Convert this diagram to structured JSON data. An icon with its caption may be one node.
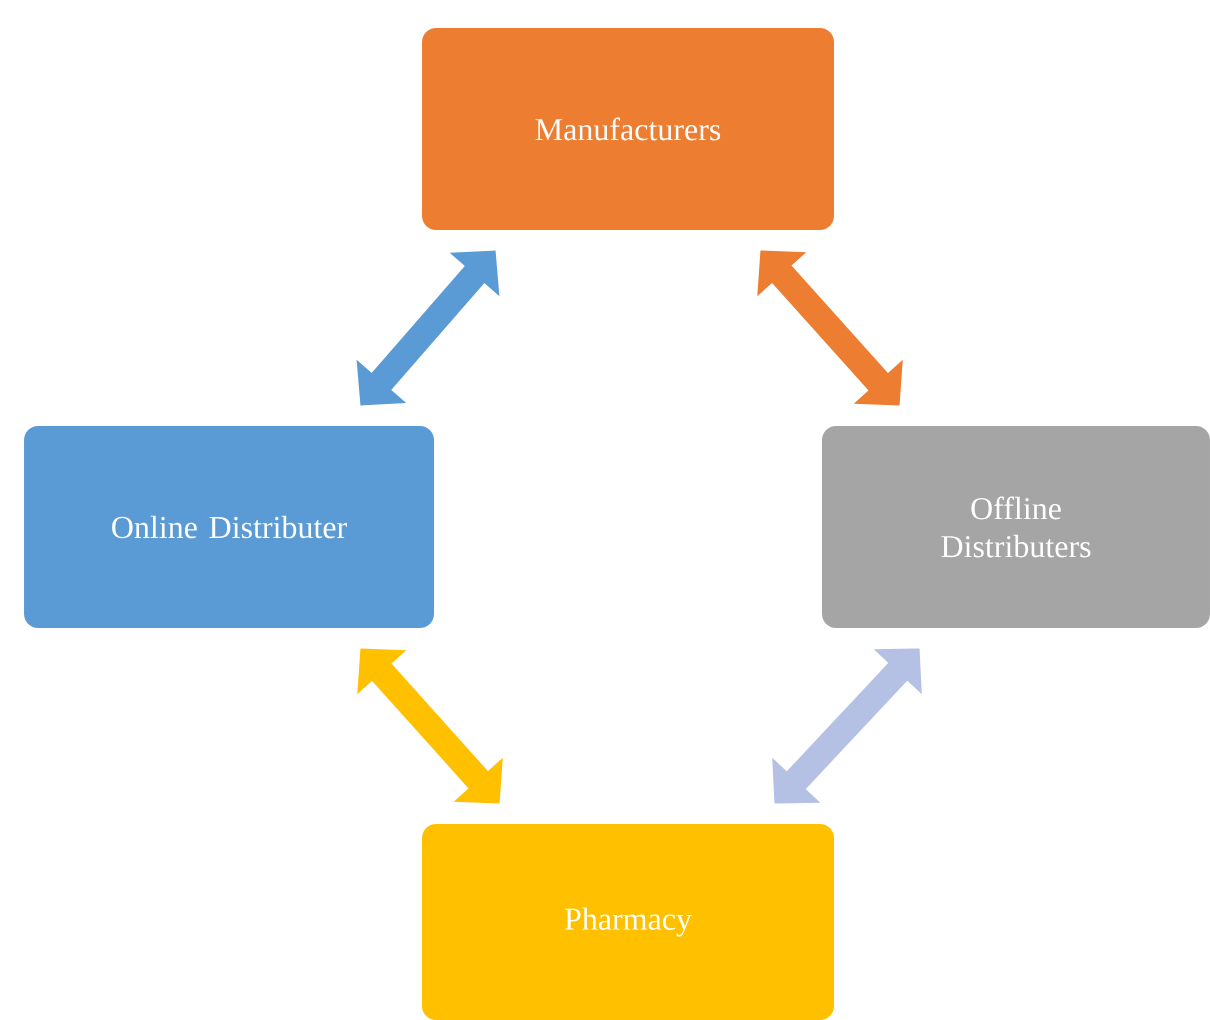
{
  "diagram": {
    "nodes": [
      {
        "text": [
          "Manufacturers"
        ]
      },
      {
        "text": [
          "Online Distributer"
        ]
      },
      {
        "text": [
          "Offline Distributers"
        ]
      },
      {
        "text": [
          "Pharmacy"
        ]
      }
    ],
    "edges": [
      {
        "from": 0,
        "to": 1,
        "arrow": "both",
        "color": "#5b9bd5"
      },
      {
        "from": 0,
        "to": 2,
        "arrow": "both",
        "color": "#ed7d31"
      },
      {
        "from": 1,
        "to": 3,
        "arrow": "both",
        "color": "#ffc000"
      },
      {
        "from": 2,
        "to": 3,
        "arrow": "both",
        "color": "#b4c1e4"
      }
    ]
  }
}
